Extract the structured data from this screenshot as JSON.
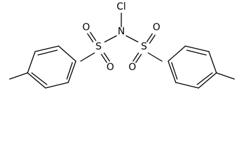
{
  "molecule": {
    "atoms": {
      "chlorine": "Cl",
      "nitrogen": "N",
      "sulfur": "S",
      "oxygen": "O"
    }
  }
}
